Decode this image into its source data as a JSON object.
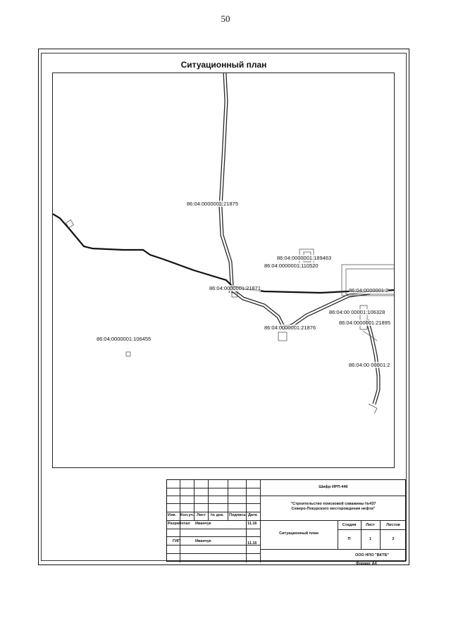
{
  "page": {
    "number": "50"
  },
  "sheet": {
    "title": "Ситуационный план"
  },
  "map": {
    "parcels": [
      {
        "id": "parcel-21875",
        "label": "86:04:0000001:21875"
      },
      {
        "id": "parcel-189463",
        "label": "86:04:0000001:189463"
      },
      {
        "id": "parcel-110520",
        "label": "86:04:0000001:110520"
      },
      {
        "id": "parcel-21871",
        "label": "86:04:0000001:21871"
      },
      {
        "id": "parcel-r1",
        "label": "86:04:0000001:2"
      },
      {
        "id": "parcel-106328",
        "label": "86:04:00 00001:106328"
      },
      {
        "id": "parcel-21876",
        "label": "86:04:0000001:21876"
      },
      {
        "id": "parcel-21895",
        "label": "86:04:0000001:21895"
      },
      {
        "id": "parcel-106455",
        "label": "86:04:0000001:106455"
      },
      {
        "id": "parcel-r2",
        "label": "86:04:00 00001:2"
      }
    ]
  },
  "stamp": {
    "code": "Шифр ИРП-446",
    "project_line1": "\"Строительство поисковой скважины №437",
    "project_line2": "Северо-Покурского месторождения нефти\"",
    "headers": [
      "Изм.",
      "Кол.уч.",
      "Лист",
      "№ док.",
      "Подпись",
      "Дата"
    ],
    "rows": [
      {
        "role": "Разработал",
        "name": "Иванчук",
        "date": "11.16"
      },
      {
        "role": "ГИП",
        "name": "Иванчук",
        "date": "11.16"
      }
    ],
    "drawing_title": "Ситуационный план",
    "stage_label": "Стадия",
    "sheet_label": "Лист",
    "sheets_label": "Листов",
    "stage": "П",
    "sheet": "1",
    "sheets": "2",
    "organization": "ООО НПО \"ВКТБ\""
  },
  "format_label": "Формат А4"
}
